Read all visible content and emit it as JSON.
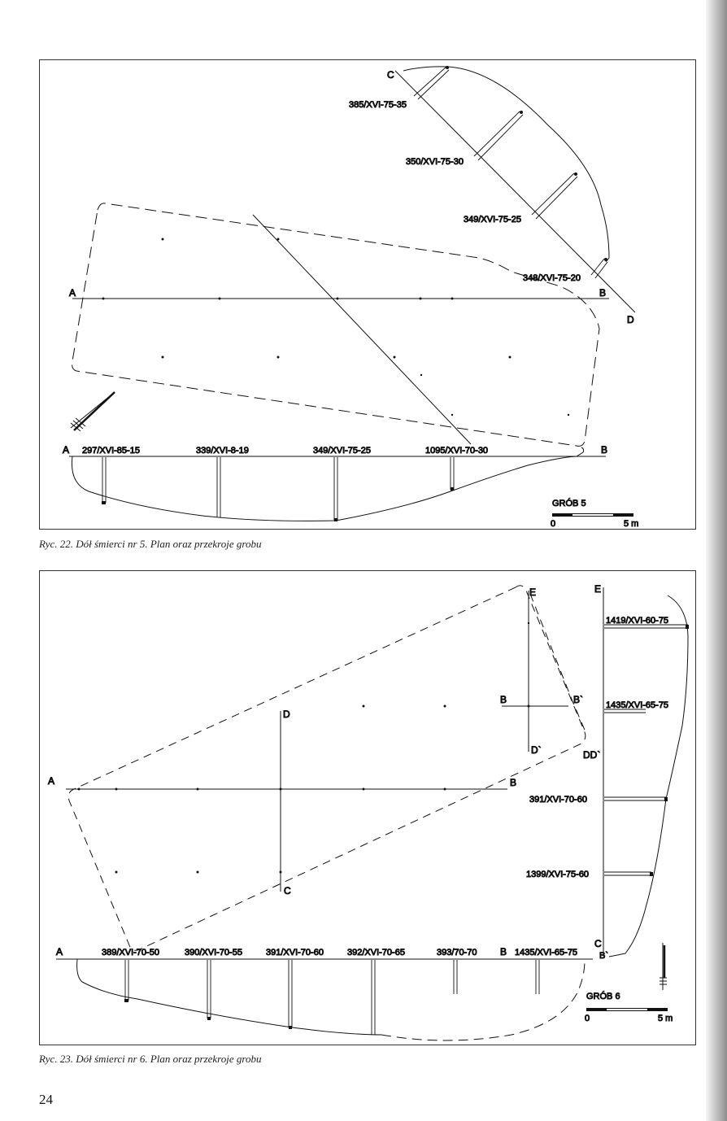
{
  "figure22": {
    "points": {
      "a": "A",
      "b": "B",
      "c": "C",
      "d": "D"
    },
    "diag_labels": [
      "385/XVI-75-35",
      "350/XVI-75-30",
      "349/XVI-75-25",
      "348/XVI-75-20"
    ],
    "section_labels": [
      "297/XVI-85-15",
      "339/XVI-8-19",
      "349/XVI-75-25",
      "1095/XVI-70-30"
    ],
    "section_a": "A",
    "section_b": "B",
    "title": "GRÓB 5",
    "scale_start": "0",
    "scale_end": "5 m"
  },
  "caption22": "Ryc. 22. Dół śmierci nr 5. Plan oraz przekroje grobu",
  "figure23": {
    "points": {
      "a": "A",
      "b": "B",
      "c": "C",
      "d": "D",
      "e": "E",
      "b2": "B",
      "b2prime": "B`",
      "dprime": "D`",
      "ddprime": "DD`"
    },
    "right_e": "E",
    "right_c": "C",
    "right_bprime": "B`",
    "right_labels": [
      "1419/XVI-60-75",
      "1435/XVI-65-75",
      "391/XVI-70-60",
      "1399/XVI-75-60"
    ],
    "section_labels": [
      "389/XVI-70-50",
      "390/XVI-70-55",
      "391/XVI-70-60",
      "392/XVI-70-65",
      "393/70-70",
      "1435/XVI-65-75"
    ],
    "section_a": "A",
    "section_b": "B",
    "title": "GRÓB 6",
    "scale_start": "0",
    "scale_end": "5 m"
  },
  "caption23": "Ryc. 23. Dół śmierci nr 6. Plan oraz przekroje grobu",
  "page_number": "24"
}
